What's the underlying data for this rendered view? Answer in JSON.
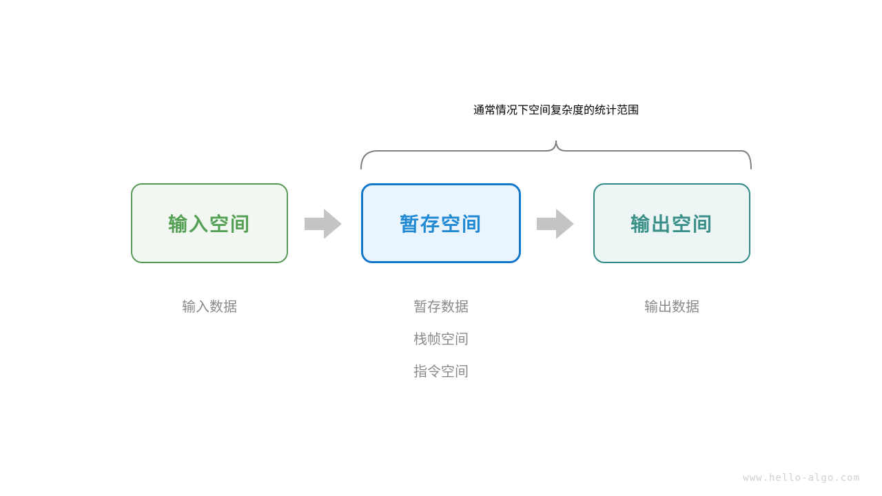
{
  "diagram": {
    "title_caption": {
      "prefix": "通常情况下",
      "emphasis": "空间复杂度",
      "suffix": "的统计范围",
      "color": "#8a8a8a"
    },
    "brace": {
      "name": "curly-brace",
      "color": "#808080",
      "spans_boxes": [
        "暂存空间",
        "输出空间"
      ]
    },
    "boxes": [
      {
        "label": "输入空间",
        "fill": "#f2f8f1",
        "border": "#579a58",
        "text_color": "#55a055"
      },
      {
        "label": "暂存空间",
        "fill": "#e9f4fd",
        "border": "#1277c9",
        "text_color": "#2089d4"
      },
      {
        "label": "输出空间",
        "fill": "#edf6f4",
        "border": "#2e8a85",
        "text_color": "#3a9089"
      }
    ],
    "arrows": [
      {
        "name": "arrow-input-to-temp",
        "color": "#c4c4c4"
      },
      {
        "name": "arrow-temp-to-output",
        "color": "#c4c4c4"
      }
    ],
    "captions": {
      "input": [
        "输入数据"
      ],
      "temp": [
        "暂存数据",
        "栈帧空间",
        "指令空间"
      ],
      "output": [
        "输出数据"
      ]
    },
    "watermark": "www.hello-algo.com"
  }
}
